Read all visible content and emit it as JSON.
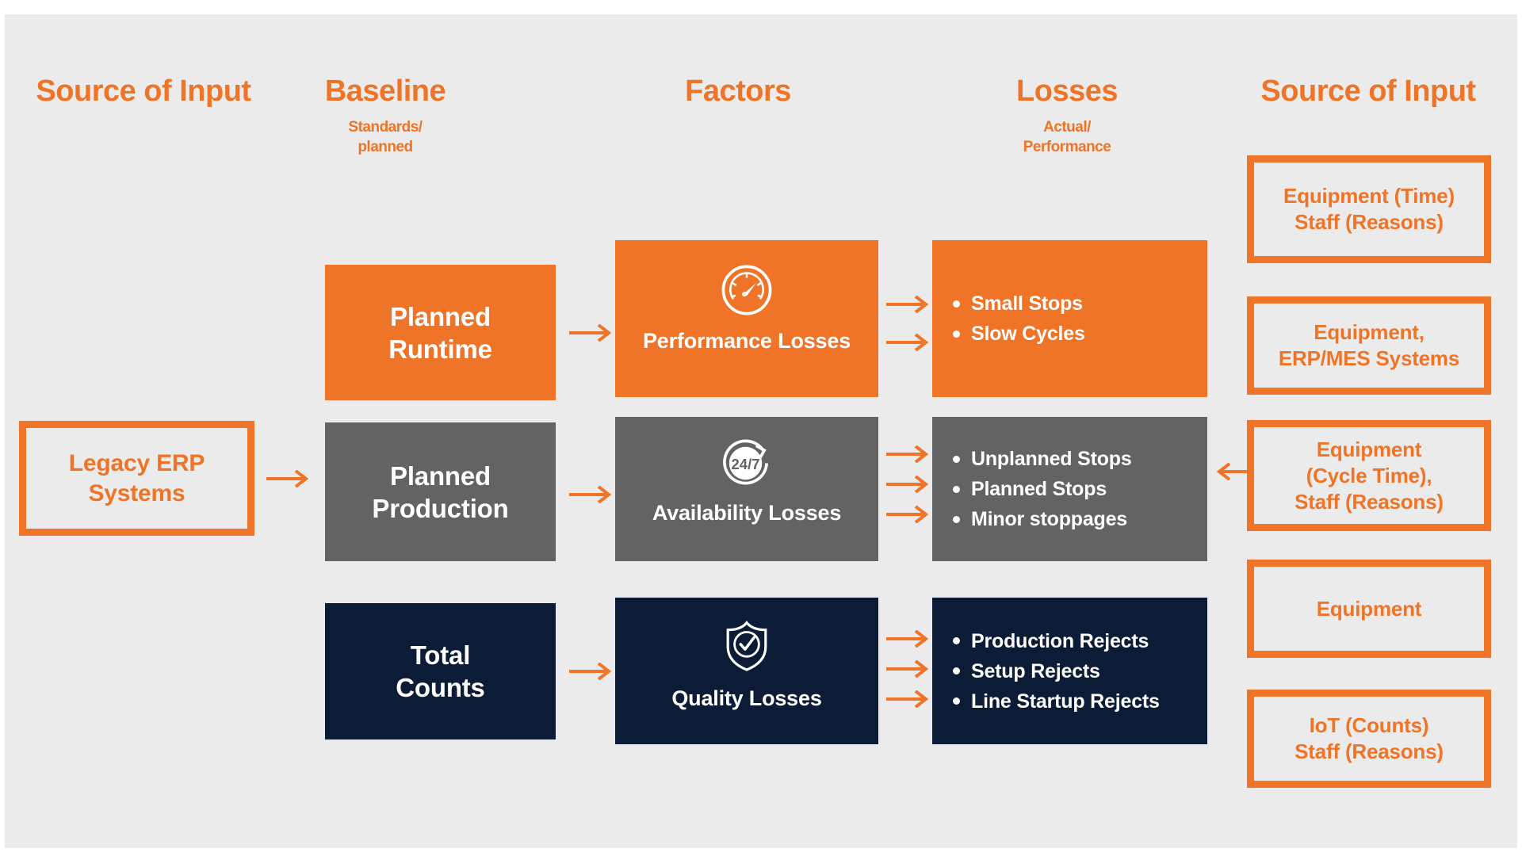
{
  "page": {
    "background": "#ebebeb",
    "frame": "#ffffff",
    "colors": {
      "orange": "#F07427",
      "gray": "#636363",
      "navy": "#0C1C36",
      "white": "#ffffff"
    }
  },
  "headers": [
    {
      "title": "Source of Input",
      "subtitle": ""
    },
    {
      "title": "Baseline",
      "subtitle": "Standards/\nplanned"
    },
    {
      "title": "Factors",
      "subtitle": ""
    },
    {
      "title": "Losses",
      "subtitle": "Actual/\nPerformance"
    },
    {
      "title": "Source of Input",
      "subtitle": ""
    }
  ],
  "header_sub": {
    "baseline_line1": "Standards/",
    "baseline_line2": "planned",
    "losses_line1": "Actual/",
    "losses_line2": "Performance"
  },
  "source_left": {
    "label_line1": "Legacy ERP",
    "label_line2": "Systems"
  },
  "baseline": [
    {
      "line1": "Planned",
      "line2": "Runtime",
      "color": "#F07427"
    },
    {
      "line1": "Planned",
      "line2": "Production",
      "color": "#636363"
    },
    {
      "line1": "Total",
      "line2": "Counts",
      "color": "#0C1C36"
    }
  ],
  "factors": [
    {
      "label": "Performance Losses",
      "icon": "speedometer-icon",
      "color": "#F07427"
    },
    {
      "label": "Availability Losses",
      "icon": "clock-24-7-icon",
      "color": "#636363",
      "icon_text": "24/7"
    },
    {
      "label": "Quality Losses",
      "icon": "shield-check-icon",
      "color": "#0C1C36"
    }
  ],
  "losses": [
    {
      "color": "#F07427",
      "items": [
        "Small Stops",
        "Slow Cycles"
      ]
    },
    {
      "color": "#636363",
      "items": [
        "Unplanned Stops",
        "Planned Stops",
        "Minor stoppages"
      ]
    },
    {
      "color": "#0C1C36",
      "items": [
        "Production Rejects",
        "Setup Rejects",
        "Line Startup Rejects"
      ]
    }
  ],
  "source_right": [
    {
      "lines": [
        "Equipment (Time)",
        "Staff (Reasons)"
      ]
    },
    {
      "lines": [
        "Equipment,",
        "ERP/MES Systems"
      ]
    },
    {
      "lines": [
        "Equipment",
        "(Cycle Time),",
        "Staff (Reasons)"
      ]
    },
    {
      "lines": [
        "Equipment"
      ]
    },
    {
      "lines": [
        "IoT (Counts)",
        "Staff (Reasons)"
      ]
    }
  ],
  "arrows": {
    "right_arrow_icon": "arrow-right-icon",
    "left_arrow_icon": "arrow-left-icon"
  }
}
